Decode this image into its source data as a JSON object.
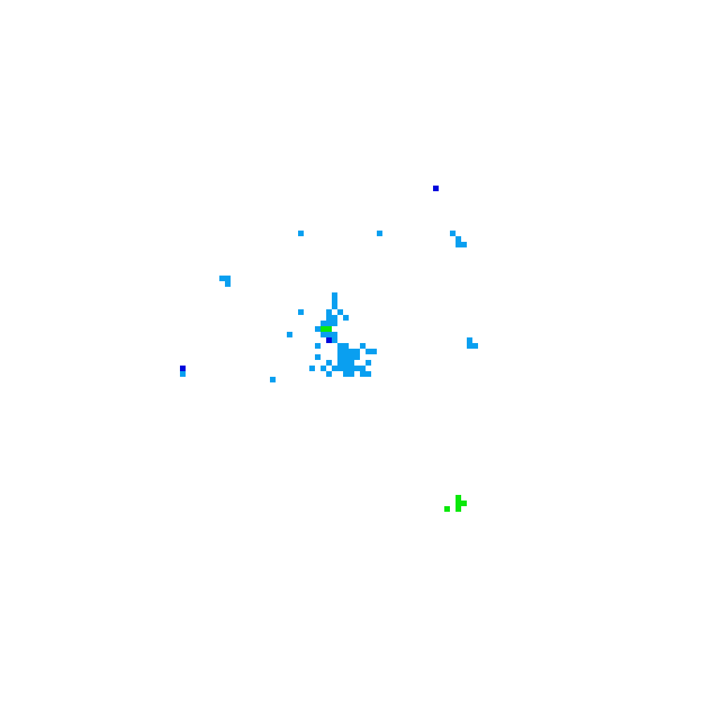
{
  "map": {
    "type": "precipitation-radar-tile",
    "background": "#ffffff",
    "grid_cell_size": 8,
    "palette": {
      "light": "#0a9ff0",
      "heavy": "#0008dc",
      "green": "#0ae80a"
    },
    "echoes": [
      {
        "name": "echo-light-1",
        "intensity": "light",
        "cell": [
          53,
          41
        ],
        "span": [
          1,
          1
        ]
      },
      {
        "name": "echo-light-2",
        "intensity": "light",
        "cell": [
          67,
          41
        ],
        "span": [
          1,
          1
        ]
      },
      {
        "name": "echo-light-3",
        "intensity": "light",
        "cell": [
          80,
          41
        ],
        "span": [
          1,
          1
        ]
      },
      {
        "name": "echo-light-4",
        "intensity": "light",
        "cell": [
          81,
          42
        ],
        "span": [
          1,
          1
        ]
      },
      {
        "name": "echo-light-5",
        "intensity": "light",
        "cell": [
          81,
          43
        ],
        "span": [
          2,
          1
        ]
      },
      {
        "name": "echo-light-6",
        "intensity": "light",
        "cell": [
          39,
          49
        ],
        "span": [
          2,
          1
        ]
      },
      {
        "name": "echo-light-7",
        "intensity": "light",
        "cell": [
          40,
          50
        ],
        "span": [
          1,
          1
        ]
      },
      {
        "name": "echo-light-8",
        "intensity": "light",
        "cell": [
          59,
          52
        ],
        "span": [
          1,
          1
        ]
      },
      {
        "name": "echo-light-9",
        "intensity": "light",
        "cell": [
          59,
          53
        ],
        "span": [
          1,
          2
        ]
      },
      {
        "name": "echo-light-10",
        "intensity": "light",
        "cell": [
          53,
          55
        ],
        "span": [
          1,
          1
        ]
      },
      {
        "name": "echo-light-11",
        "intensity": "light",
        "cell": [
          58,
          55
        ],
        "span": [
          1,
          1
        ]
      },
      {
        "name": "echo-light-12",
        "intensity": "light",
        "cell": [
          60,
          55
        ],
        "span": [
          1,
          1
        ]
      },
      {
        "name": "echo-light-13",
        "intensity": "light",
        "cell": [
          58,
          56
        ],
        "span": [
          2,
          1
        ]
      },
      {
        "name": "echo-light-14",
        "intensity": "light",
        "cell": [
          61,
          56
        ],
        "span": [
          1,
          1
        ]
      },
      {
        "name": "echo-light-15",
        "intensity": "light",
        "cell": [
          57,
          57
        ],
        "span": [
          3,
          1
        ]
      },
      {
        "name": "echo-light-16",
        "intensity": "light",
        "cell": [
          56,
          58
        ],
        "span": [
          1,
          1
        ]
      },
      {
        "name": "echo-light-17",
        "intensity": "light",
        "cell": [
          51,
          59
        ],
        "span": [
          1,
          1
        ]
      },
      {
        "name": "echo-light-18",
        "intensity": "light",
        "cell": [
          57,
          59
        ],
        "span": [
          3,
          1
        ]
      },
      {
        "name": "echo-light-19",
        "intensity": "light",
        "cell": [
          59,
          60
        ],
        "span": [
          1,
          1
        ]
      },
      {
        "name": "echo-light-20",
        "intensity": "light",
        "cell": [
          56,
          61
        ],
        "span": [
          1,
          1
        ]
      },
      {
        "name": "echo-light-21",
        "intensity": "light",
        "cell": [
          64,
          61
        ],
        "span": [
          1,
          1
        ]
      },
      {
        "name": "echo-light-22",
        "intensity": "light",
        "cell": [
          83,
          60
        ],
        "span": [
          1,
          2
        ]
      },
      {
        "name": "echo-light-23",
        "intensity": "light",
        "cell": [
          84,
          61
        ],
        "span": [
          1,
          1
        ]
      },
      {
        "name": "echo-light-24",
        "intensity": "light",
        "cell": [
          60,
          61
        ],
        "span": [
          2,
          1
        ]
      },
      {
        "name": "echo-light-25",
        "intensity": "light",
        "cell": [
          60,
          62
        ],
        "span": [
          3,
          1
        ]
      },
      {
        "name": "echo-light-26",
        "intensity": "light",
        "cell": [
          63,
          62
        ],
        "span": [
          1,
          1
        ]
      },
      {
        "name": "echo-light-27",
        "intensity": "light",
        "cell": [
          65,
          62
        ],
        "span": [
          2,
          1
        ]
      },
      {
        "name": "echo-light-28",
        "intensity": "light",
        "cell": [
          56,
          63
        ],
        "span": [
          1,
          1
        ]
      },
      {
        "name": "echo-light-29",
        "intensity": "light",
        "cell": [
          60,
          63
        ],
        "span": [
          3,
          1
        ]
      },
      {
        "name": "echo-light-30",
        "intensity": "light",
        "cell": [
          63,
          63
        ],
        "span": [
          1,
          1
        ]
      },
      {
        "name": "echo-light-31",
        "intensity": "light",
        "cell": [
          58,
          64
        ],
        "span": [
          1,
          1
        ]
      },
      {
        "name": "echo-light-32",
        "intensity": "light",
        "cell": [
          60,
          64
        ],
        "span": [
          3,
          1
        ]
      },
      {
        "name": "echo-light-33",
        "intensity": "light",
        "cell": [
          57,
          65
        ],
        "span": [
          1,
          1
        ]
      },
      {
        "name": "echo-light-34",
        "intensity": "light",
        "cell": [
          59,
          65
        ],
        "span": [
          4,
          1
        ]
      },
      {
        "name": "echo-light-35",
        "intensity": "light",
        "cell": [
          65,
          64
        ],
        "span": [
          1,
          1
        ]
      },
      {
        "name": "echo-light-36",
        "intensity": "light",
        "cell": [
          55,
          65
        ],
        "span": [
          1,
          1
        ]
      },
      {
        "name": "echo-light-37",
        "intensity": "light",
        "cell": [
          63,
          65
        ],
        "span": [
          2,
          1
        ]
      },
      {
        "name": "echo-light-38",
        "intensity": "light",
        "cell": [
          58,
          66
        ],
        "span": [
          1,
          1
        ]
      },
      {
        "name": "echo-light-39",
        "intensity": "light",
        "cell": [
          61,
          66
        ],
        "span": [
          2,
          1
        ]
      },
      {
        "name": "echo-light-40",
        "intensity": "light",
        "cell": [
          64,
          66
        ],
        "span": [
          2,
          1
        ]
      },
      {
        "name": "echo-light-41",
        "intensity": "light",
        "cell": [
          32,
          66
        ],
        "span": [
          1,
          1
        ]
      },
      {
        "name": "echo-light-42",
        "intensity": "light",
        "cell": [
          48,
          67
        ],
        "span": [
          1,
          1
        ]
      },
      {
        "name": "echo-heavy-1",
        "intensity": "heavy",
        "cell": [
          77,
          33
        ],
        "span": [
          1,
          1
        ]
      },
      {
        "name": "echo-heavy-2",
        "intensity": "heavy",
        "cell": [
          58,
          60
        ],
        "span": [
          1,
          1
        ]
      },
      {
        "name": "echo-heavy-3",
        "intensity": "heavy",
        "cell": [
          32,
          65
        ],
        "span": [
          1,
          1
        ]
      },
      {
        "name": "echo-green-1",
        "intensity": "green",
        "cell": [
          57,
          58
        ],
        "span": [
          2,
          1
        ]
      },
      {
        "name": "echo-green-2",
        "intensity": "green",
        "cell": [
          81,
          88
        ],
        "span": [
          1,
          1
        ]
      },
      {
        "name": "echo-green-3",
        "intensity": "green",
        "cell": [
          81,
          89
        ],
        "span": [
          2,
          1
        ]
      },
      {
        "name": "echo-green-4",
        "intensity": "green",
        "cell": [
          79,
          90
        ],
        "span": [
          1,
          1
        ]
      },
      {
        "name": "echo-green-5",
        "intensity": "green",
        "cell": [
          81,
          90
        ],
        "span": [
          1,
          1
        ]
      }
    ]
  }
}
